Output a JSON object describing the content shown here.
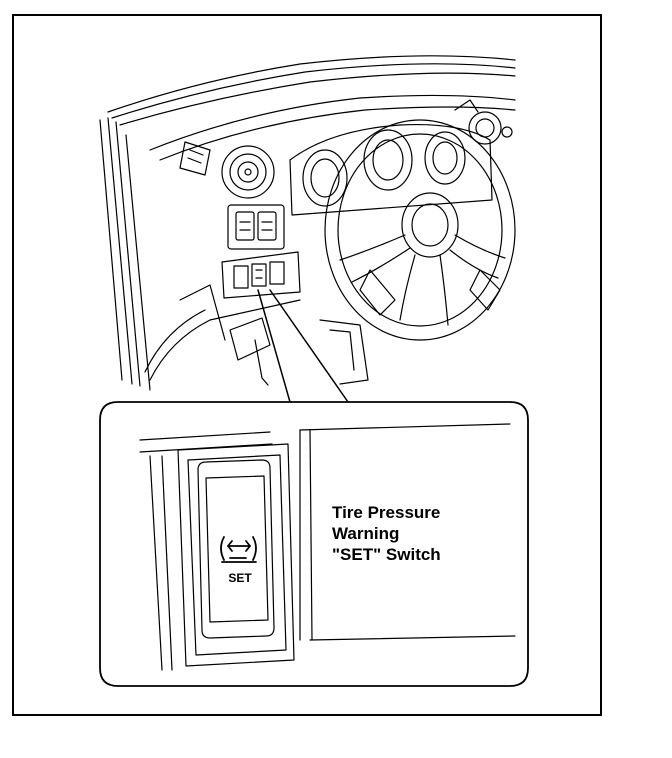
{
  "callout": {
    "line1": "Tire Pressure",
    "line2": "Warning",
    "line3": "\"SET\" Switch"
  },
  "switch": {
    "label": "SET"
  },
  "icons": {
    "tire_pressure": "tire-pressure-warning-icon"
  },
  "colors": {
    "line": "#000000",
    "background": "#ffffff"
  }
}
